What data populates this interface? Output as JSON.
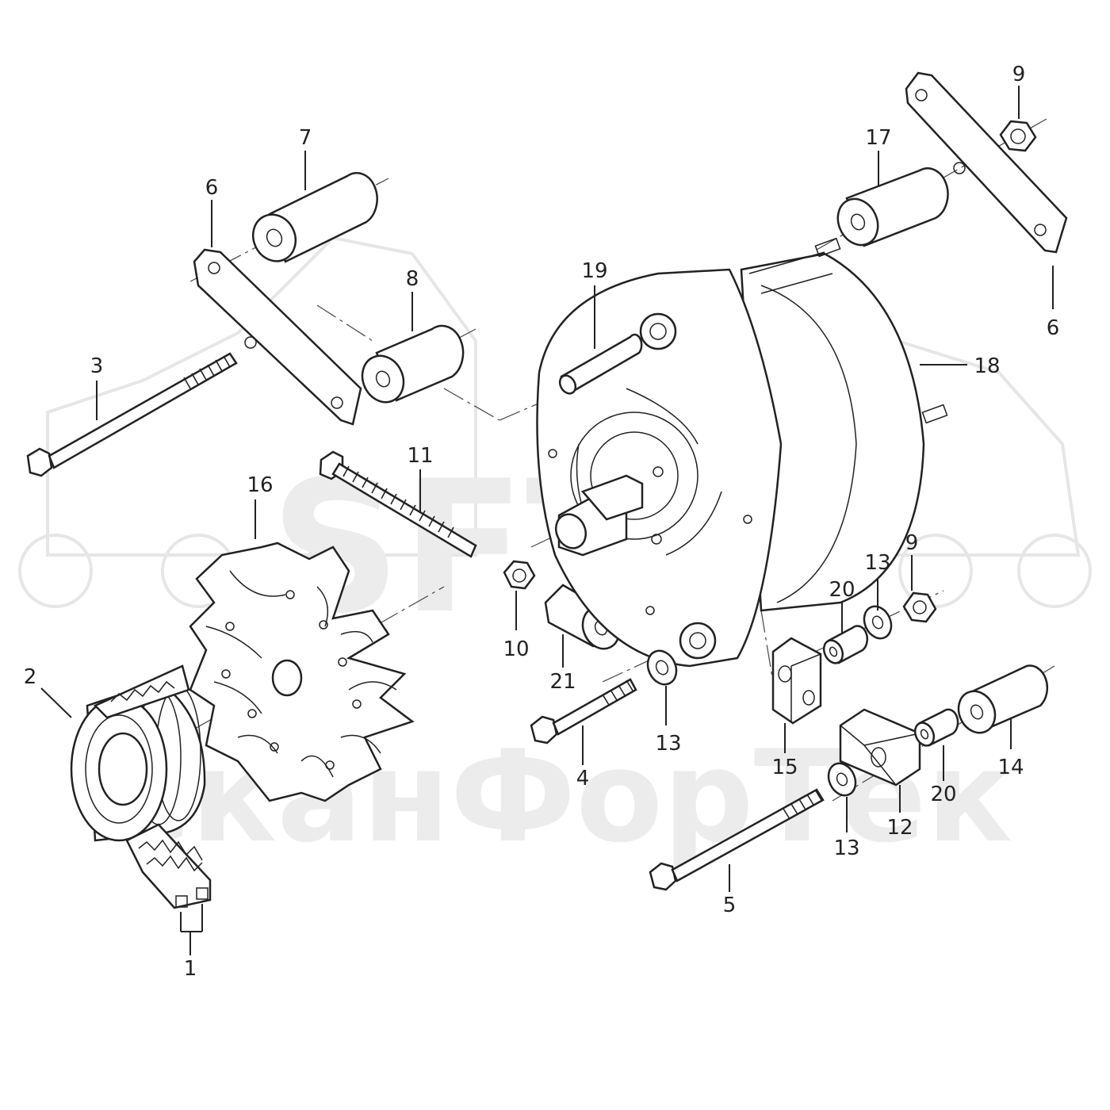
{
  "watermark": {
    "logo_text": "SFT",
    "company_text": "СканФорТек"
  },
  "callouts": [
    {
      "id": "c1",
      "label": "1"
    },
    {
      "id": "c2",
      "label": "2"
    },
    {
      "id": "c3",
      "label": "3"
    },
    {
      "id": "c4",
      "label": "4"
    },
    {
      "id": "c5",
      "label": "5"
    },
    {
      "id": "c6a",
      "label": "6"
    },
    {
      "id": "c6b",
      "label": "6"
    },
    {
      "id": "c7",
      "label": "7"
    },
    {
      "id": "c8",
      "label": "8"
    },
    {
      "id": "c9a",
      "label": "9"
    },
    {
      "id": "c9b",
      "label": "9"
    },
    {
      "id": "c10",
      "label": "10"
    },
    {
      "id": "c11",
      "label": "11"
    },
    {
      "id": "c12",
      "label": "12"
    },
    {
      "id": "c13a",
      "label": "13"
    },
    {
      "id": "c13b",
      "label": "13"
    },
    {
      "id": "c13c",
      "label": "13"
    },
    {
      "id": "c14",
      "label": "14"
    },
    {
      "id": "c15",
      "label": "15"
    },
    {
      "id": "c16",
      "label": "16"
    },
    {
      "id": "c17",
      "label": "17"
    },
    {
      "id": "c18",
      "label": "18"
    },
    {
      "id": "c19",
      "label": "19"
    },
    {
      "id": "c20a",
      "label": "20"
    },
    {
      "id": "c20b",
      "label": "20"
    },
    {
      "id": "c21",
      "label": "21"
    }
  ],
  "colors": {
    "line": "#222222",
    "watermark": "#ececec",
    "background": "#ffffff"
  }
}
